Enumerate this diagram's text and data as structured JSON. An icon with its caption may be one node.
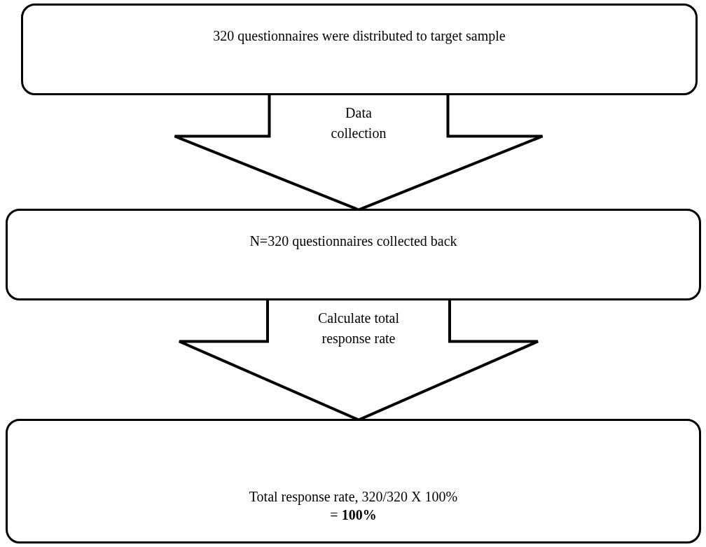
{
  "diagram": {
    "nodes": [
      {
        "text": [
          "320 questionnaires were distributed to target sample"
        ]
      },
      {
        "text": [
          "N=320 questionnaires collected back"
        ]
      },
      {
        "text": [
          "Total response rate, 320/320 X 100% = **100%**"
        ]
      }
    ],
    "edges": [
      {
        "from": 0,
        "to": 1,
        "arrow": "to",
        "label": "Data collection",
        "style": "thick"
      },
      {
        "from": 1,
        "to": 2,
        "arrow": "to",
        "label": "Calculate total response rate",
        "style": "thick"
      }
    ]
  }
}
